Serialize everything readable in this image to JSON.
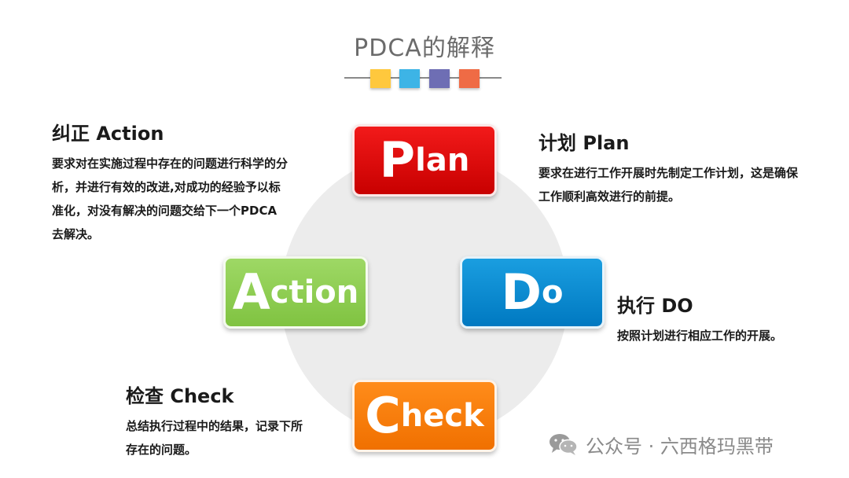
{
  "title": "PDCA的解释",
  "decor_colors": [
    "#ffc83d",
    "#3db4e6",
    "#6e6eb4",
    "#ef6b45"
  ],
  "cards": {
    "plan": {
      "initial": "P",
      "rest": "lan",
      "color": "#e00a0a"
    },
    "do": {
      "initial": "D",
      "rest": "o",
      "color": "#0b8fd6"
    },
    "check": {
      "initial": "C",
      "rest": "heck",
      "color": "#fa8009"
    },
    "action": {
      "initial": "A",
      "rest": "ction",
      "color": "#8fcf52"
    }
  },
  "descriptions": {
    "plan": {
      "heading": "计划 Plan",
      "body": "要求在进行工作开展时先制定工作计划，这是确保工作顺利高效进行的前提。"
    },
    "do": {
      "heading": "执行 DO",
      "body": "按照计划进行相应工作的开展。"
    },
    "check": {
      "heading": "检查 Check",
      "body": "总结执行过程中的结果，记录下所存在的问题。"
    },
    "action": {
      "heading": "纠正 Action",
      "body": "要求对在实施过程中存在的问题进行科学的分析，并进行有效的改进,对成功的经验予以标准化，对没有解决的问题交给下一个PDCA去解决。"
    }
  },
  "watermark": {
    "icon": "wechat-icon",
    "text": "公众号 · 六西格玛黑带"
  }
}
